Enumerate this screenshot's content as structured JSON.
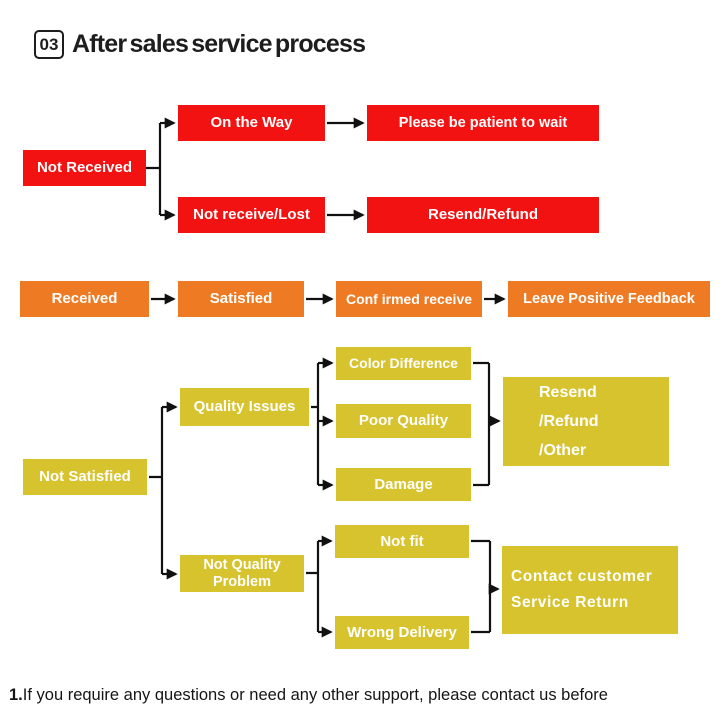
{
  "title": {
    "number": "03",
    "text": "After sales service process"
  },
  "colors": {
    "red": "#f31212",
    "orange": "#ee7b23",
    "yellow": "#d6c32e",
    "line": "#111111",
    "box_text": "#ffffff"
  },
  "nodes": {
    "not_received": {
      "label": "Not Received"
    },
    "on_the_way": {
      "label": "On the Way"
    },
    "please_wait": {
      "label": "Please be patient to wait"
    },
    "not_receive_lost": {
      "label": "Not receive/Lost"
    },
    "resend_refund": {
      "label": "Resend/Refund"
    },
    "received": {
      "label": "Received"
    },
    "satisfied": {
      "label": "Satisfied"
    },
    "confirmed_receive": {
      "label": "Conf irmed receive"
    },
    "leave_feedback": {
      "label": "Leave Positive Feedback"
    },
    "not_satisfied": {
      "label": "Not Satisfied"
    },
    "quality_issues": {
      "label": "Quality Issues"
    },
    "color_difference": {
      "label": "Color Difference"
    },
    "poor_quality": {
      "label": "Poor Quality"
    },
    "damage": {
      "label": "Damage"
    },
    "resend_refund_other": {
      "lines": [
        "Resend",
        "/Refund",
        "/Other"
      ]
    },
    "not_quality_problem": {
      "lines": [
        "Not Quality",
        "Problem"
      ]
    },
    "not_fit": {
      "label": "Not fit"
    },
    "wrong_delivery": {
      "label": "Wrong Delivery"
    },
    "contact_customer": {
      "lines": [
        "Contact customer",
        "Service Return"
      ]
    }
  },
  "footnote": {
    "prefix": "1.",
    "text": "If you require any questions or need any other support, please contact us before"
  }
}
